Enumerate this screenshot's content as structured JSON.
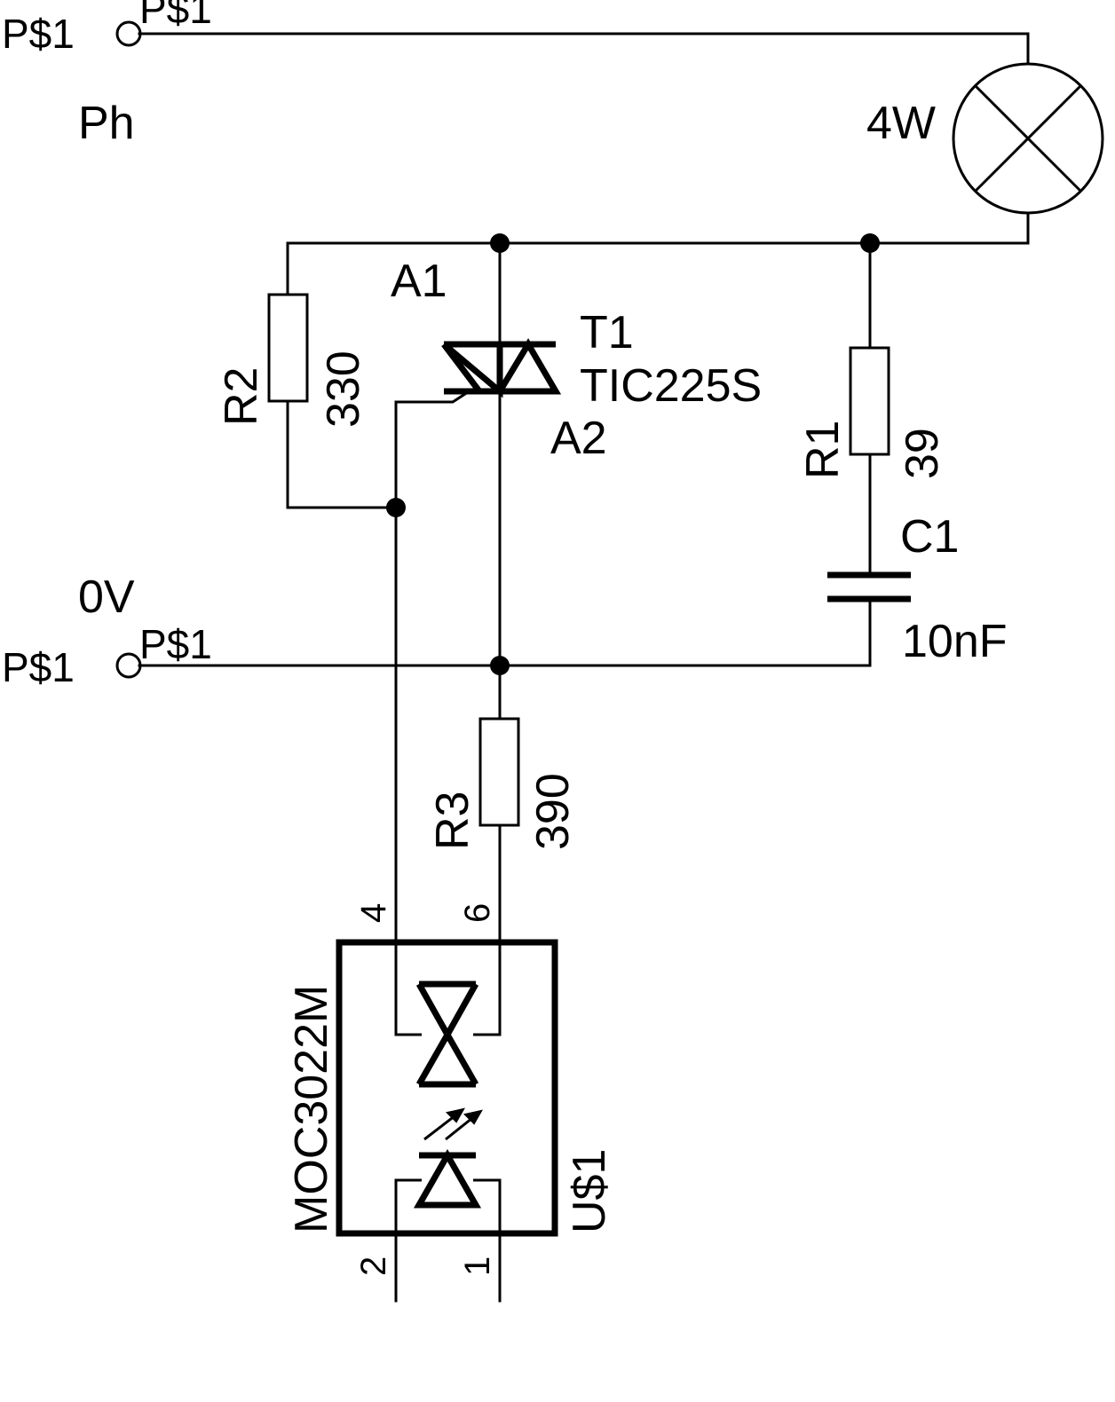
{
  "terminals": {
    "phase": {
      "pin": "P$1",
      "pin_name": "P$1",
      "net": "Ph"
    },
    "ground": {
      "pin": "P$1",
      "pin_name": "P$1",
      "net": "0V"
    }
  },
  "lamp": {
    "value": "4W"
  },
  "triac": {
    "ref": "T1",
    "part": "TIC225S",
    "anode1": "A1",
    "anode2": "A2"
  },
  "r1": {
    "ref": "R1",
    "value": "39"
  },
  "r2": {
    "ref": "R2",
    "value": "330"
  },
  "r3": {
    "ref": "R3",
    "value": "390"
  },
  "c1": {
    "ref": "C1",
    "value": "10nF"
  },
  "opto": {
    "part": "MOC3022M",
    "ref": "U$1",
    "pins": {
      "p4": "4",
      "p6": "6",
      "p2": "2",
      "p1": "1"
    }
  }
}
